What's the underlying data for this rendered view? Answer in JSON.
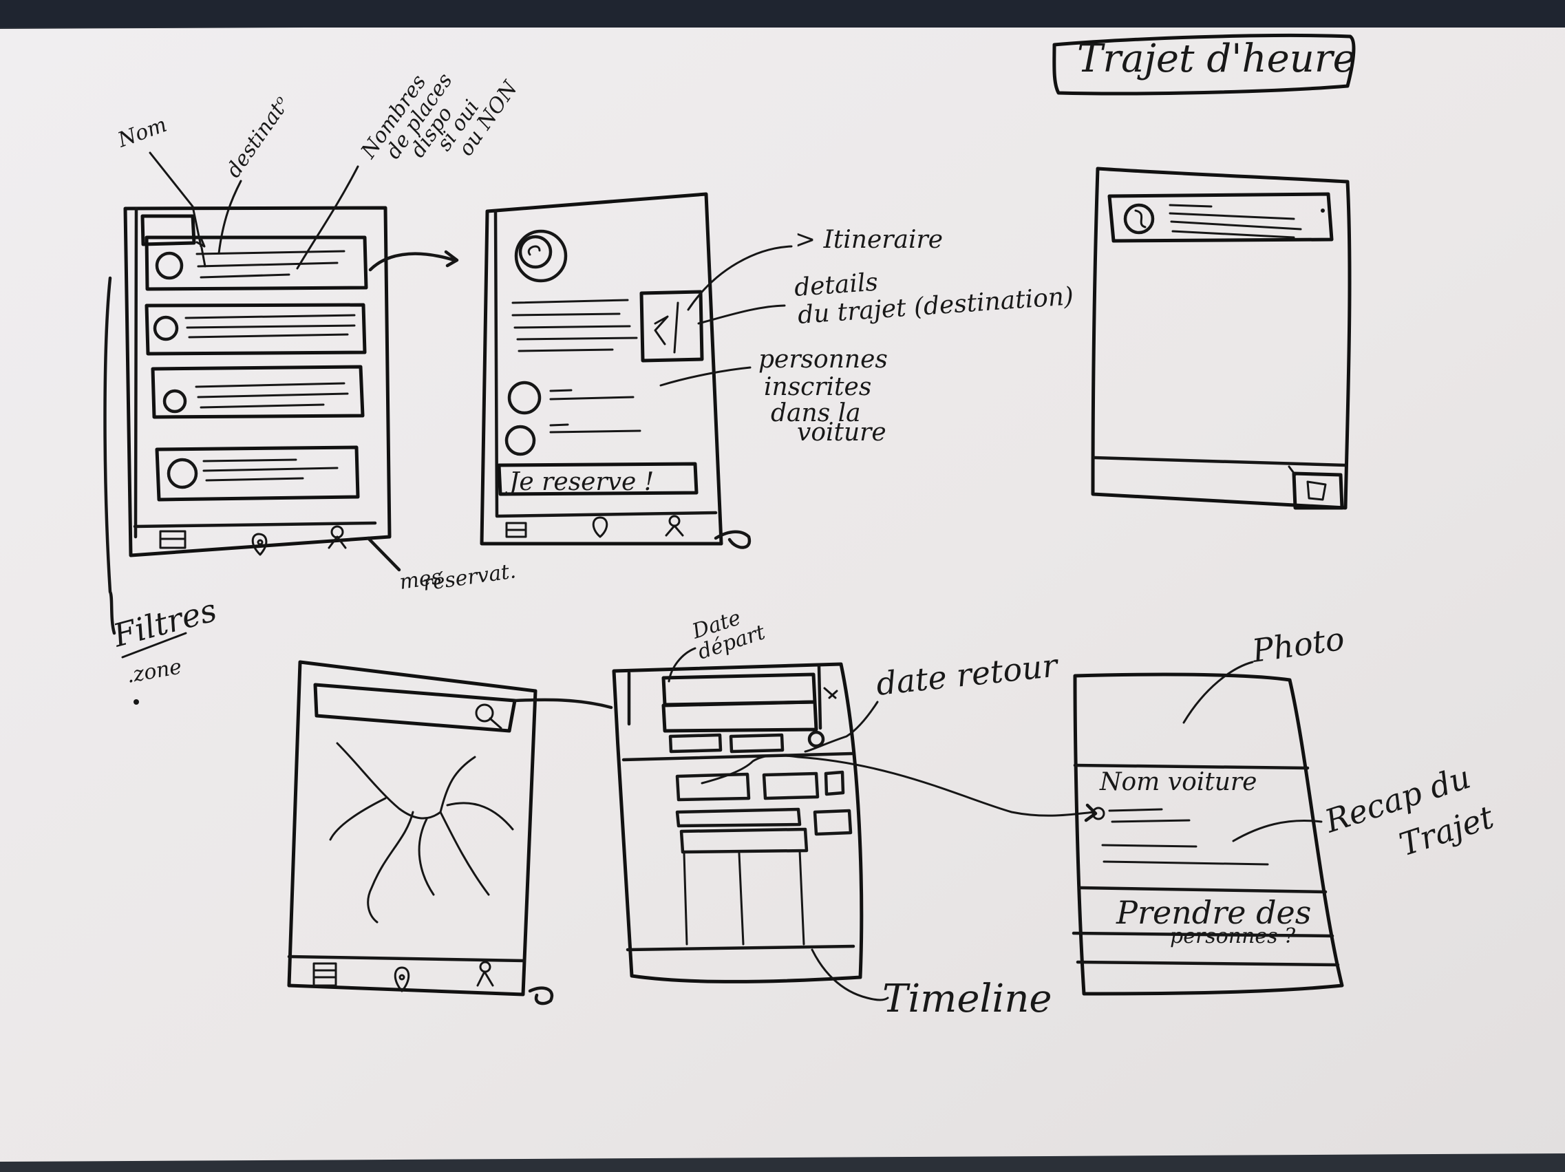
{
  "title": "Trajet d'heure",
  "annotations": {
    "nom": "Nom",
    "destination": "destinatᵒ",
    "nombre_places": [
      "Nombres",
      "de places",
      "dispo",
      "si oui",
      "ou NON"
    ],
    "itineraire": "> Itineraire",
    "details_trajet": [
      "details",
      "du trajet (destination)"
    ],
    "personnes_inscrites": [
      "personnes",
      "inscrites",
      "dans la",
      "voiture"
    ],
    "mes_reservations": [
      "mes",
      "réservat."
    ],
    "filtres": "Filtres",
    "zone": ".zone",
    "date_depart": [
      "Date",
      "départ"
    ],
    "date_retour": "date retour",
    "photo": "Photo",
    "nom_voiture": "Nom voiture",
    "recap": [
      "Recap du",
      "Trajet"
    ],
    "prendre_personnes": [
      "Prendre des",
      "personnes ?"
    ],
    "timeline": "Timeline"
  },
  "wireframe_2": {
    "reserve_button": "Je reserve !"
  },
  "colors": {
    "paper": "#ece9ea",
    "ink": "#161616",
    "background": "#2b3038"
  },
  "icons": [
    "list-icon",
    "map-pin-icon",
    "user-icon",
    "search-icon",
    "message-icon",
    "edit-icon"
  ]
}
